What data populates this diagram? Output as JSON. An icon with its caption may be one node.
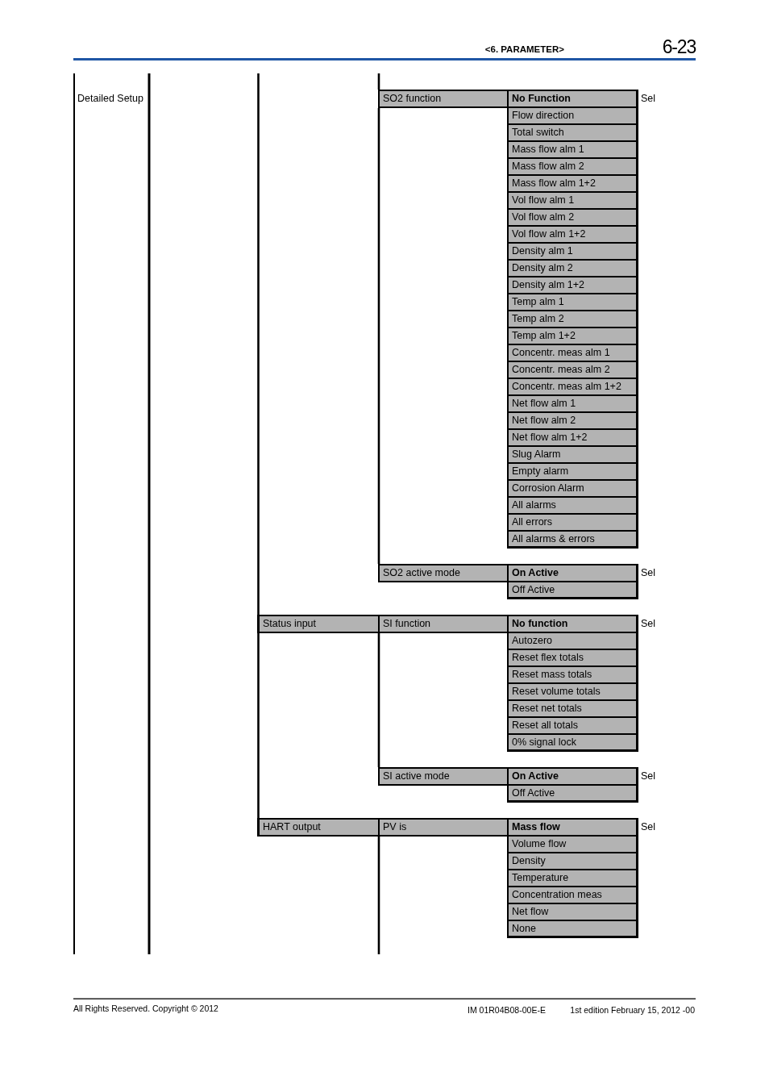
{
  "diagram": {
    "nodes": [
      {
        "text": [
          "SO2 function"
        ]
      },
      {
        "text": [
          "No Function"
        ],
        "beside": [
          "Sel"
        ]
      },
      {
        "text": [
          "Flow direction"
        ]
      },
      {
        "text": [
          "Total switch"
        ]
      },
      {
        "text": [
          "Mass flow alm 1"
        ]
      },
      {
        "text": [
          "Mass flow alm 2"
        ]
      },
      {
        "text": [
          "Mass flow alm 1+2"
        ]
      },
      {
        "text": [
          "Vol flow alm 1"
        ]
      },
      {
        "text": [
          "Vol flow alm 2"
        ]
      },
      {
        "text": [
          "Vol flow alm 1+2"
        ]
      },
      {
        "text": [
          "Density alm 1"
        ]
      },
      {
        "text": [
          "Density alm 2"
        ]
      },
      {
        "text": [
          "Density alm 1+2"
        ]
      },
      {
        "text": [
          "Temp alm 1"
        ]
      },
      {
        "text": [
          "Temp alm 2"
        ]
      },
      {
        "text": [
          "Temp alm 1+2"
        ]
      },
      {
        "text": [
          "Concentr. meas alm 1"
        ]
      },
      {
        "text": [
          "Concentr. meas alm 2"
        ]
      },
      {
        "text": [
          "Concentr. meas alm 1+2"
        ]
      },
      {
        "text": [
          "Net flow alm 1"
        ]
      },
      {
        "text": [
          "Net flow alm 2"
        ]
      },
      {
        "text": [
          "Net flow alm 1+2"
        ]
      },
      {
        "text": [
          "Slug Alarm"
        ]
      },
      {
        "text": [
          "Empty alarm"
        ]
      },
      {
        "text": [
          "Corrosion Alarm"
        ]
      },
      {
        "text": [
          "All alarms"
        ]
      },
      {
        "text": [
          "All errors"
        ]
      },
      {
        "text": [
          "All alarms & errors"
        ]
      },
      {
        "text": [
          "SO2 active mode"
        ]
      },
      {
        "text": [
          "On Active"
        ],
        "beside": [
          "Sel"
        ]
      },
      {
        "text": [
          "Off Active"
        ]
      },
      {
        "text": [
          "Status input"
        ]
      },
      {
        "text": [
          "SI function"
        ]
      },
      {
        "text": [
          "No function"
        ],
        "beside": [
          "Sel"
        ]
      },
      {
        "text": [
          "Autozero"
        ]
      },
      {
        "text": [
          "Reset flex totals"
        ]
      },
      {
        "text": [
          "Reset mass totals"
        ]
      },
      {
        "text": [
          "Reset volume totals"
        ]
      },
      {
        "text": [
          "Reset net totals"
        ]
      },
      {
        "text": [
          "Reset all totals"
        ]
      },
      {
        "text": [
          "0% signal lock"
        ]
      },
      {
        "text": [
          "SI active mode"
        ]
      },
      {
        "text": [
          "On Active"
        ],
        "beside": [
          "Sel"
        ]
      },
      {
        "text": [
          "Off Active"
        ]
      },
      {
        "text": [
          "HART output"
        ]
      },
      {
        "text": [
          "PV is"
        ]
      },
      {
        "text": [
          "Mass flow"
        ],
        "beside": [
          "Sel"
        ]
      },
      {
        "text": [
          "Volume flow"
        ]
      },
      {
        "text": [
          "Density"
        ]
      },
      {
        "text": [
          "Temperature"
        ]
      },
      {
        "text": [
          "Concentration meas"
        ]
      },
      {
        "text": [
          "Net flow"
        ]
      },
      {
        "text": [
          "None"
        ]
      }
    ],
    "edges": [
      {
        "from": null,
        "to": 0,
        "arrow": "none"
      },
      {
        "from": 0,
        "to": 28,
        "arrow": "none"
      },
      {
        "from": null,
        "to": 31,
        "arrow": "none"
      },
      {
        "from": 31,
        "to": 44,
        "arrow": "none"
      },
      {
        "from": 32,
        "to": 41,
        "arrow": "none"
      },
      {
        "from": 45,
        "to": null,
        "arrow": "none"
      }
    ],
    "labels": [
      "<6. PARAMETER>",
      "6-23",
      "Detailed Setup",
      "All Rights Reserved. Copyright © 2012",
      "IM 01R04B08-00E-E",
      "1st edition February 15, 2012 -00"
    ]
  }
}
